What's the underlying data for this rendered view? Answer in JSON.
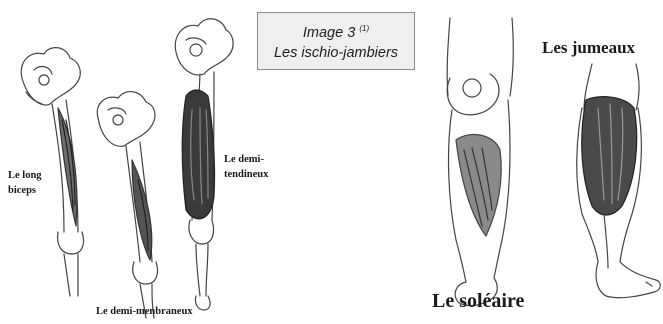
{
  "caption": {
    "line1": "Image 3",
    "superscript": "(1)",
    "line2": "Les ischio-jambiers"
  },
  "labels": {
    "long_biceps_line1": "Le long",
    "long_biceps_line2": "biceps",
    "demi_tendineux_line1": "Le demi-",
    "demi_tendineux_line2": "tendineux",
    "demi_membraneux": "Le demi-menbraneux",
    "soleaire": "Le soléaire",
    "jumeaux": "Les jumeaux"
  }
}
